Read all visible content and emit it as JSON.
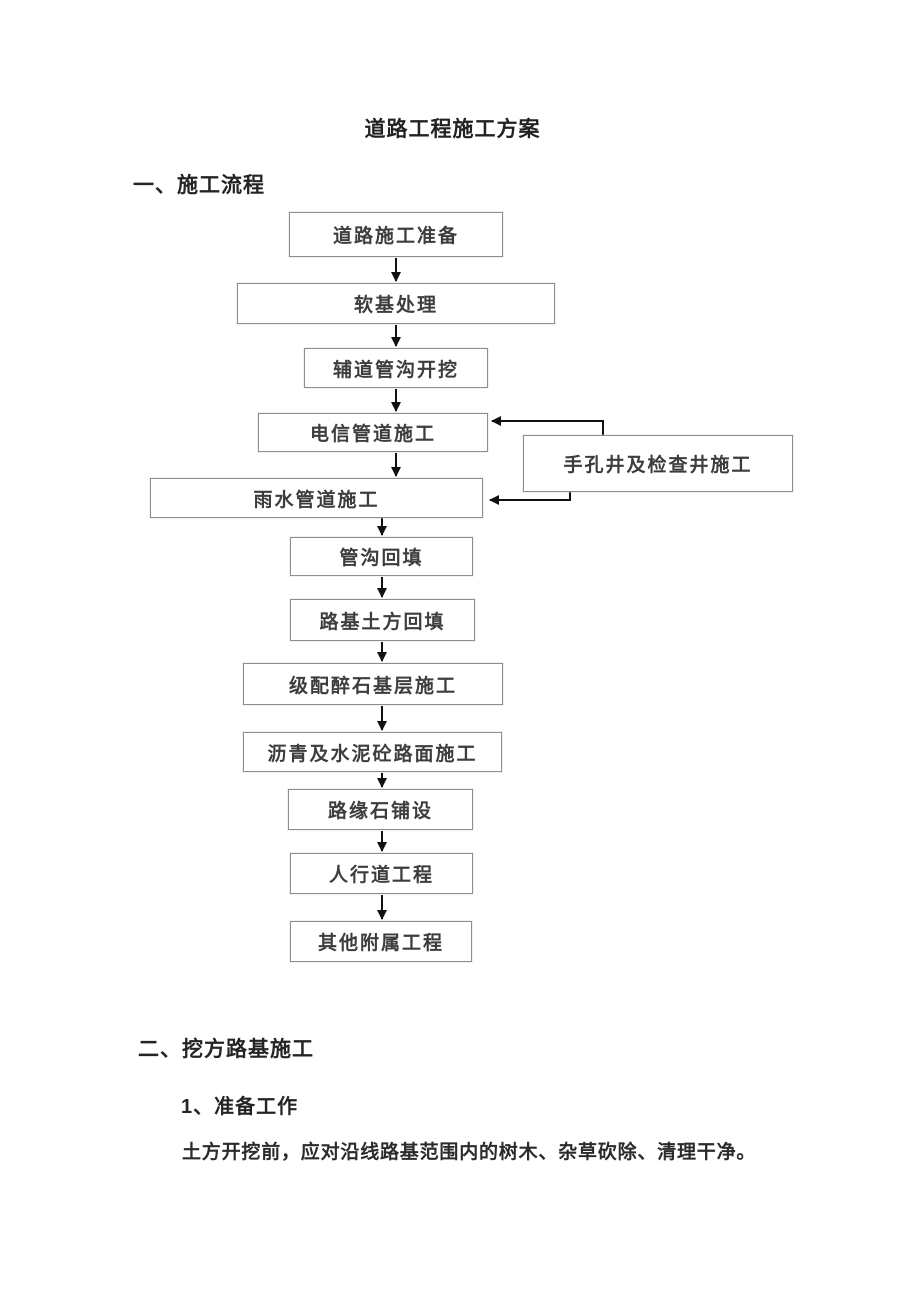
{
  "document": {
    "title": "道路工程施工方案",
    "sections": [
      {
        "heading": "一、施工流程"
      },
      {
        "heading": "二、挖方路基施工",
        "subheading": "1、准备工作",
        "paragraph": "土方开挖前，应对沿线路基范围内的树木、杂草砍除、清理干净。"
      }
    ]
  },
  "flowchart": {
    "nodes": [
      {
        "label": "道路施工准备"
      },
      {
        "label": "软基处理"
      },
      {
        "label": "辅道管沟开挖"
      },
      {
        "label": "电信管道施工"
      },
      {
        "label": "雨水管道施工"
      },
      {
        "label": "管沟回填"
      },
      {
        "label": "路基土方回填"
      },
      {
        "label": "级配醉石基层施工"
      },
      {
        "label": "沥青及水泥砼路面施工"
      },
      {
        "label": "路缘石铺设"
      },
      {
        "label": "人行道工程"
      },
      {
        "label": "其他附属工程"
      }
    ],
    "side_node": {
      "label": "手孔井及检查井施工"
    },
    "arrow_color": "#111111",
    "border_color": "#8e8e8e"
  }
}
